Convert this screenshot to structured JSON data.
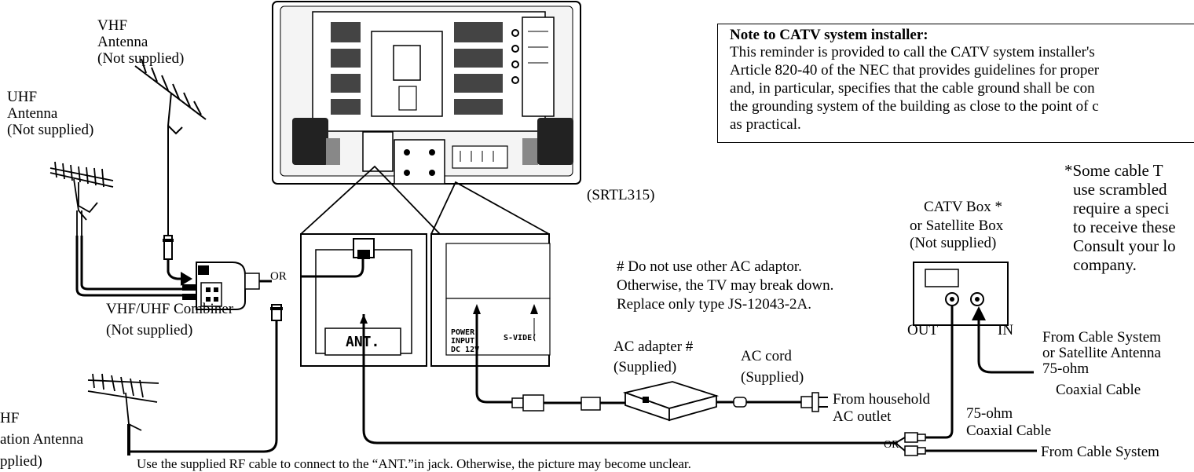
{
  "antennas": {
    "vhf": {
      "line1": "VHF",
      "line2": "Antenna",
      "line3": "(Not supplied)"
    },
    "uhf": {
      "line1": "UHF",
      "line2": "Antenna",
      "line3": "(Not supplied)"
    },
    "combination": {
      "line1": "HF",
      "line2": "ation Antenna",
      "line3": "pplied)"
    }
  },
  "combiner": {
    "line1": "VHF/UHF Combiner",
    "line2": "(Not supplied)"
  },
  "or_labels": [
    "OR",
    "OR"
  ],
  "tv_model": "(SRTL315)",
  "jacks": {
    "ant": "ANT.",
    "power_1": "POWER",
    "power_2": "INPUT",
    "power_3": "DC 12V",
    "svideo": "S-VIDE("
  },
  "adaptor_warning": [
    "# Do not use other AC adaptor.",
    "Otherwise, the TV may break down.",
    "Replace only type JS-12043-2A."
  ],
  "ac_adapter": {
    "line1": "AC adapter #",
    "line2": "(Supplied)"
  },
  "ac_cord": {
    "line1": "AC cord",
    "line2": "(Supplied)"
  },
  "household": {
    "line1": "From household",
    "line2": "AC outlet"
  },
  "catv_box": {
    "line1": "CATV Box *",
    "line2": "or Satellite Box",
    "line3": "(Not supplied)",
    "out": "OUT",
    "in": "IN"
  },
  "note": {
    "title": "Note to CATV system installer:",
    "lines": [
      "This reminder is provided to call the CATV system installer's",
      "Article 820-40 of the NEC that provides guidelines for proper",
      "and, in particular, specifies that the cable ground shall be con",
      "the grounding system of the building as close to the point of c",
      "as practical."
    ]
  },
  "scrambled_note": [
    "*Some cable T",
    "use scrambled",
    "require a speci",
    "to receive these",
    "Consult your lo",
    "company."
  ],
  "from_cable_satellite": {
    "line1": "From Cable System",
    "line2": "or Satellite Antenna",
    "line3": "75-ohm",
    "line4": "Coaxial Cable"
  },
  "coax_middle": {
    "line1": "75-ohm",
    "line2": "Coaxial Cable"
  },
  "from_cable_bottom": "From Cable System",
  "footer": "Use the supplied RF cable to connect to the “ANT.”in jack. Otherwise, the picture may become unclear."
}
